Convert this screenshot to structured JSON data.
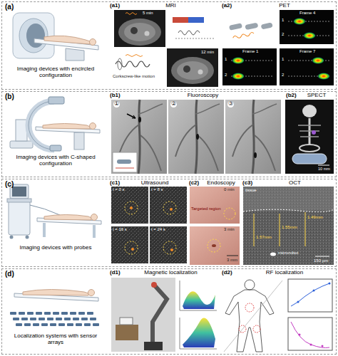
{
  "diagram": {
    "nodes": [
      {
        "text": [
          "(a)",
          "Imaging devices with encircled configuration"
        ]
      },
      {
        "text": [
          "(a1)",
          "MRI"
        ],
        "in": 0
      },
      {
        "text": [
          "(a2)",
          "PET"
        ],
        "in": 0
      },
      {
        "text": [
          "(b)",
          "Imaging devices with C-shaped configuration"
        ]
      },
      {
        "text": [
          "(b1)",
          "Fluoroscopy"
        ],
        "in": 3
      },
      {
        "text": [
          "(b2)",
          "SPECT"
        ],
        "in": 3
      },
      {
        "text": [
          "(c)",
          "Imaging devices with probes"
        ]
      },
      {
        "text": [
          "(c1)",
          "Ultrasound"
        ],
        "in": 6
      },
      {
        "text": [
          "(c2)",
          "Endoscopy"
        ],
        "in": 6
      },
      {
        "text": [
          "(c3)",
          "OCT"
        ],
        "in": 6
      },
      {
        "text": [
          "(d)",
          "Localization systems with sensor arrays"
        ]
      },
      {
        "text": [
          "(d1)",
          "Magnetic localization"
        ],
        "in": 10
      },
      {
        "text": [
          "(d2)",
          "RF localization"
        ],
        "in": 10
      }
    ],
    "labels": [
      "5 min",
      "Corkscrew-like motion",
      "12 min",
      "Frame 4",
      "1",
      "2",
      "Frame 1",
      "1",
      "2",
      "Frame 7",
      "1",
      "2",
      "①",
      "②",
      "③",
      "10 mm",
      "t = 0 s",
      "t = 8 s",
      "t = 16 s",
      "t = 24 s",
      "0 min",
      "Targeted region",
      "3 min",
      "3 mm",
      "tissue",
      "1.57mm",
      "1.55mm",
      "1.49mm",
      "microrobot",
      "150 μm"
    ]
  }
}
